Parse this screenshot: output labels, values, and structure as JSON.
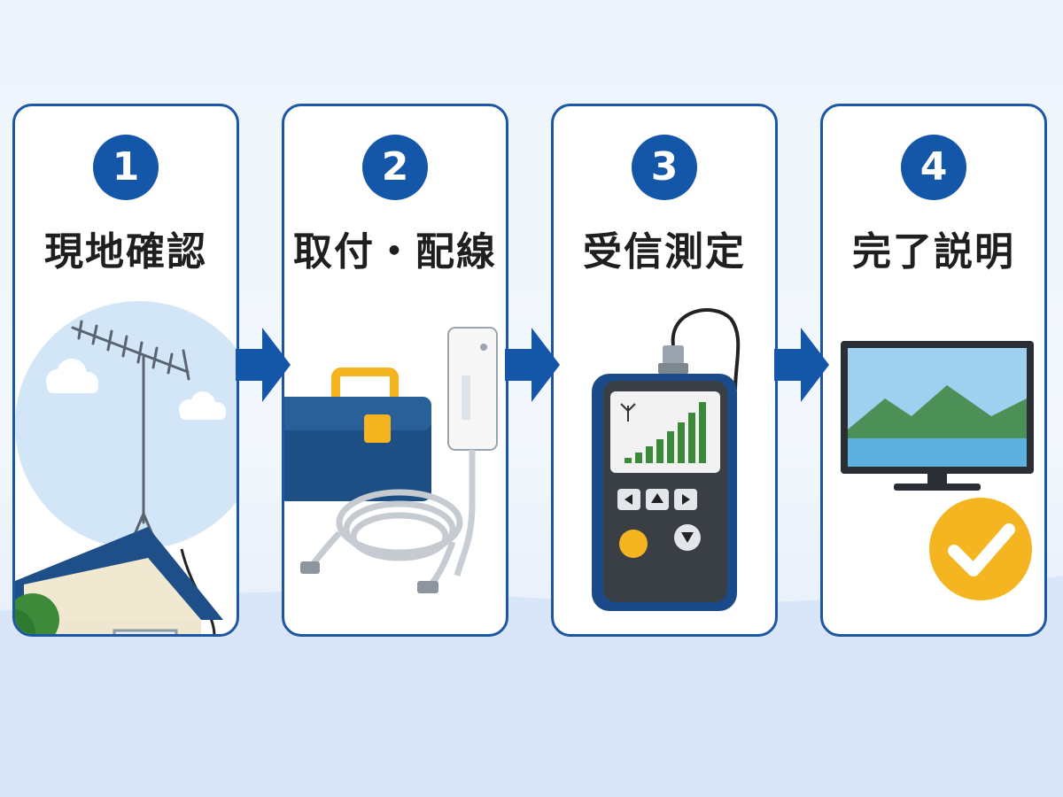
{
  "steps": [
    {
      "number": "1",
      "title": "現地確認",
      "icon": "house-antenna-icon"
    },
    {
      "number": "2",
      "title": "取付・配線",
      "icon": "toolbox-cable-icon"
    },
    {
      "number": "3",
      "title": "受信測定",
      "icon": "signal-meter-icon"
    },
    {
      "number": "4",
      "title": "完了説明",
      "icon": "tv-check-icon"
    }
  ],
  "colors": {
    "primary": "#1456a8",
    "card_border": "#1c56a6",
    "accent_yellow": "#f5b520",
    "signal_green": "#3a8a3a"
  }
}
